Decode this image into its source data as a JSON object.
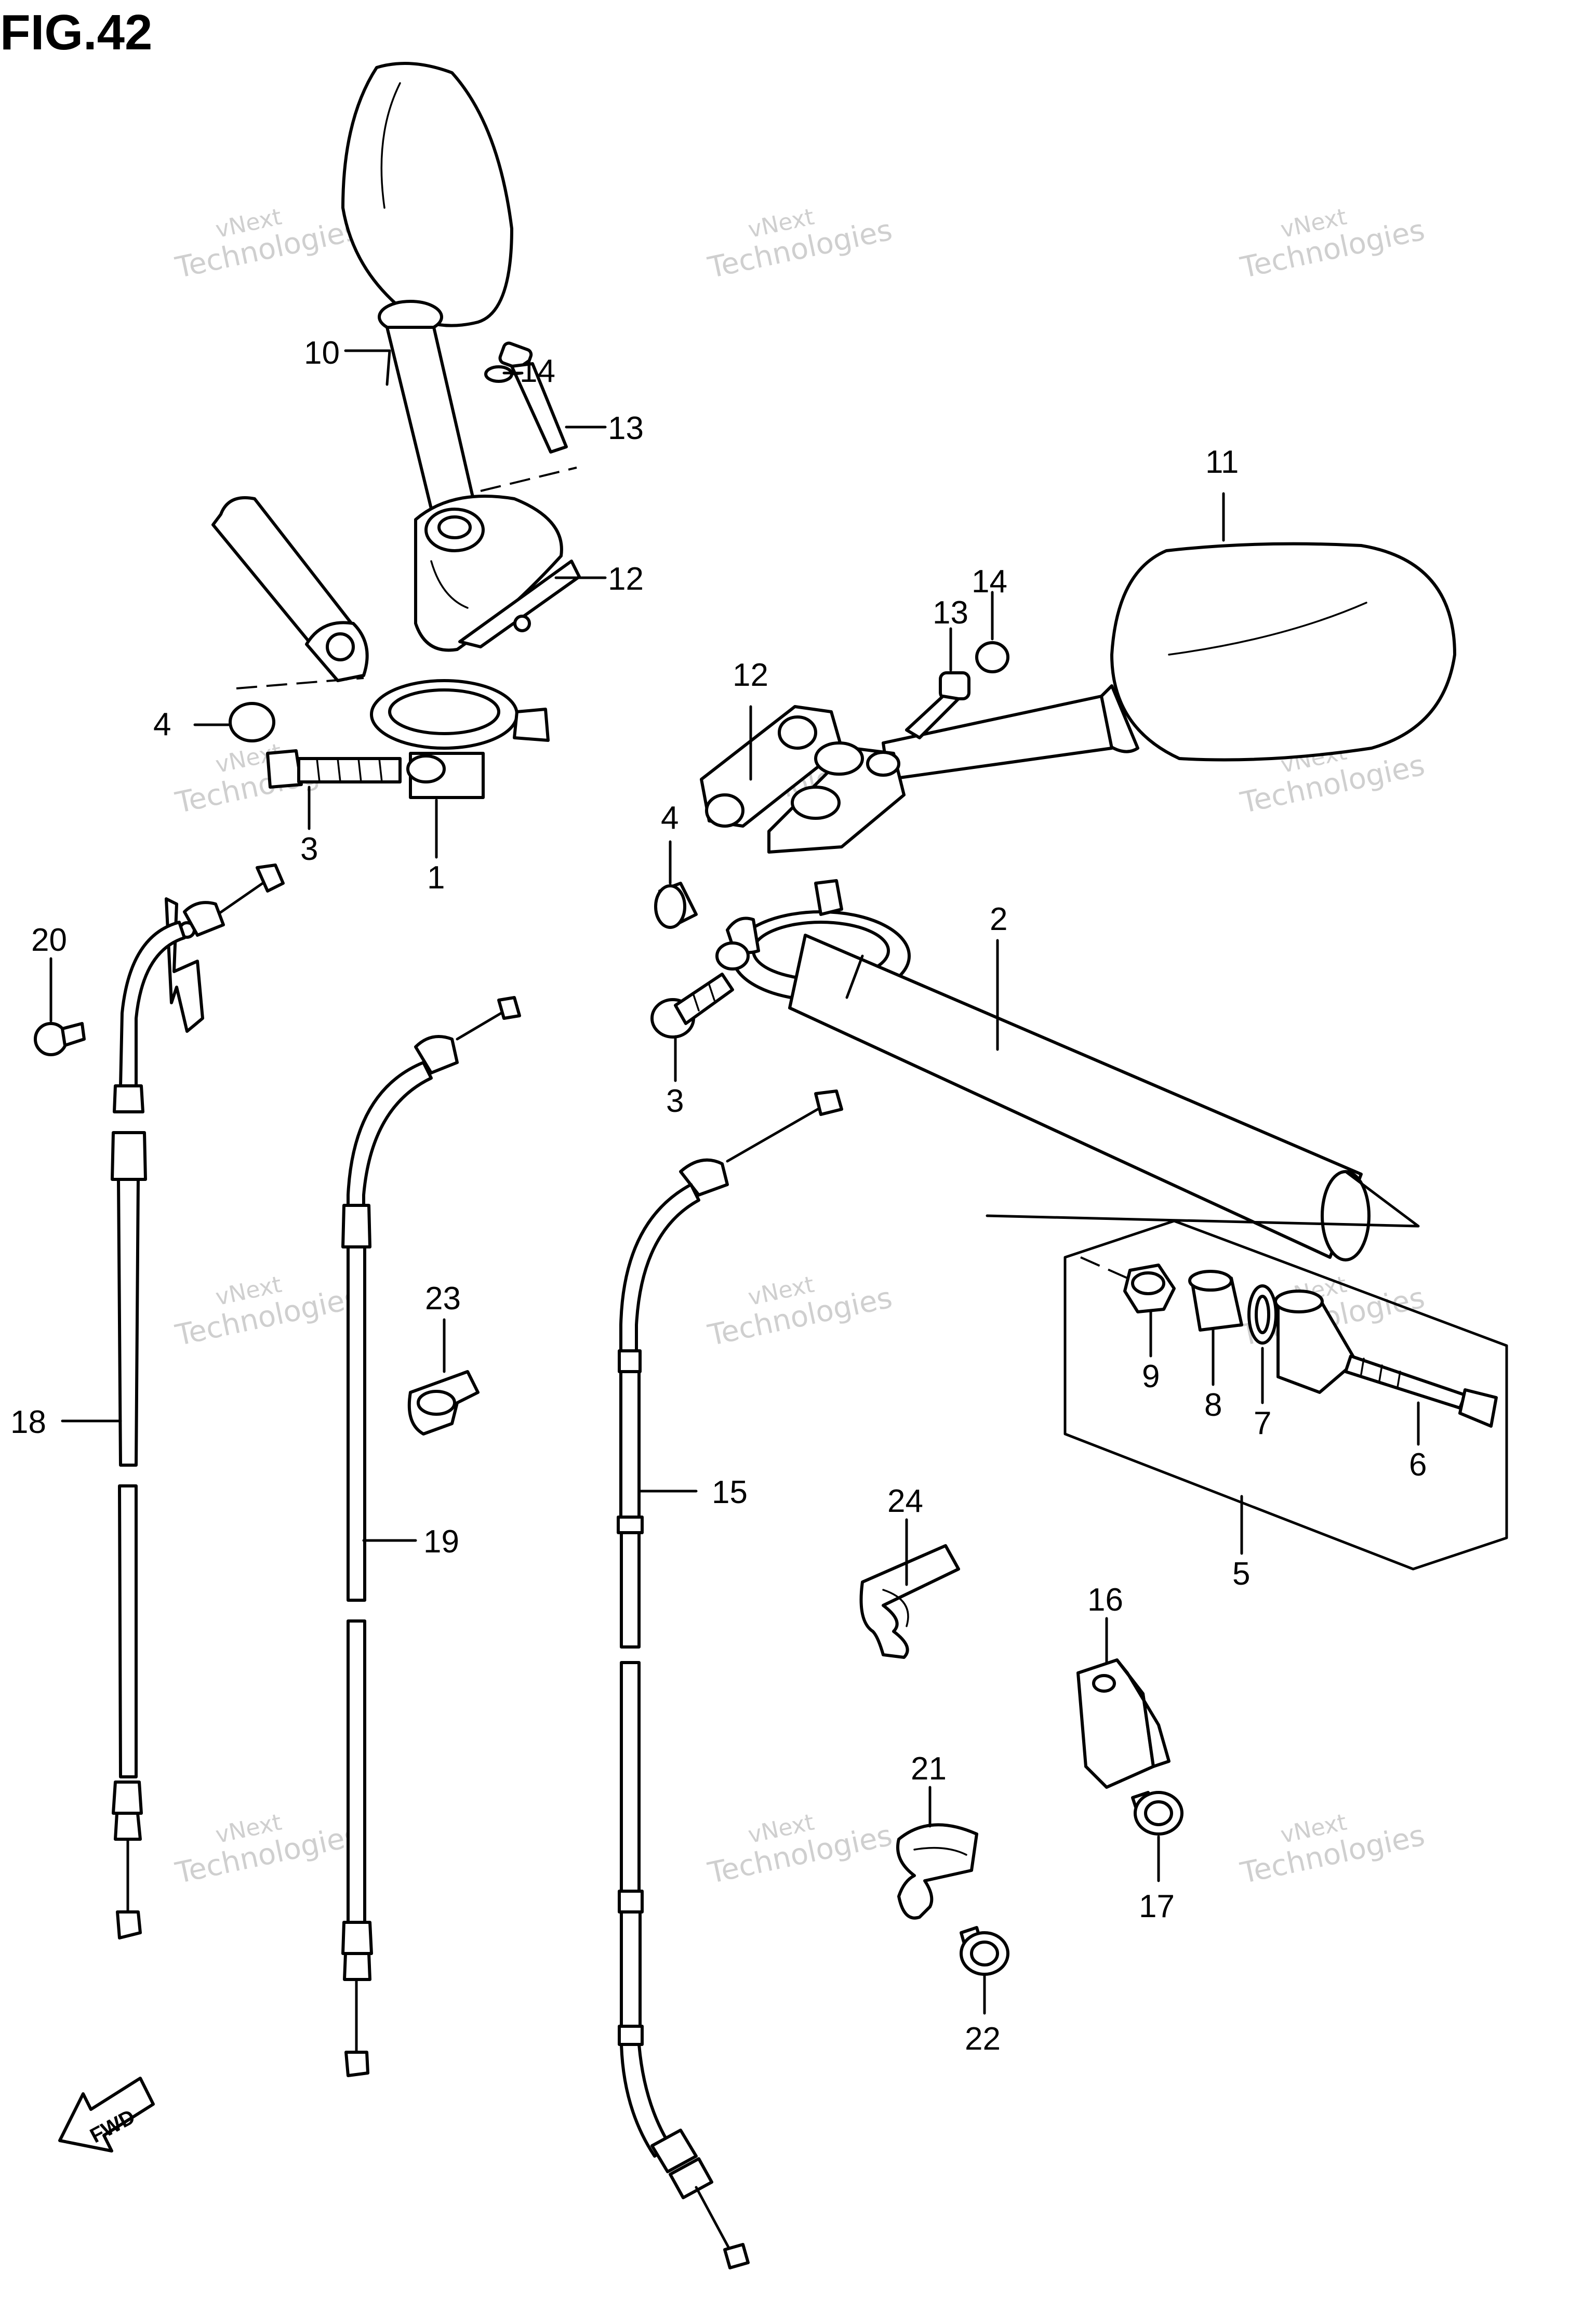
{
  "title": "FIG.42",
  "watermark": {
    "line1": "vNext",
    "line2": "Technologies",
    "color": "#cfcfcf"
  },
  "fwd_label": "FWD",
  "callouts": {
    "c1": "1",
    "c2": "2",
    "c3a": "3",
    "c3b": "3",
    "c4a": "4",
    "c4b": "4",
    "c5": "5",
    "c6": "6",
    "c7": "7",
    "c8": "8",
    "c9": "9",
    "c10": "10",
    "c11": "11",
    "c12a": "12",
    "c12b": "12",
    "c13a": "13",
    "c13b": "13",
    "c14a": "14",
    "c14b": "14",
    "c15": "15",
    "c16": "16",
    "c17": "17",
    "c18": "18",
    "c19": "19",
    "c20": "20",
    "c21": "21",
    "c22": "22",
    "c23": "23",
    "c24": "24"
  }
}
